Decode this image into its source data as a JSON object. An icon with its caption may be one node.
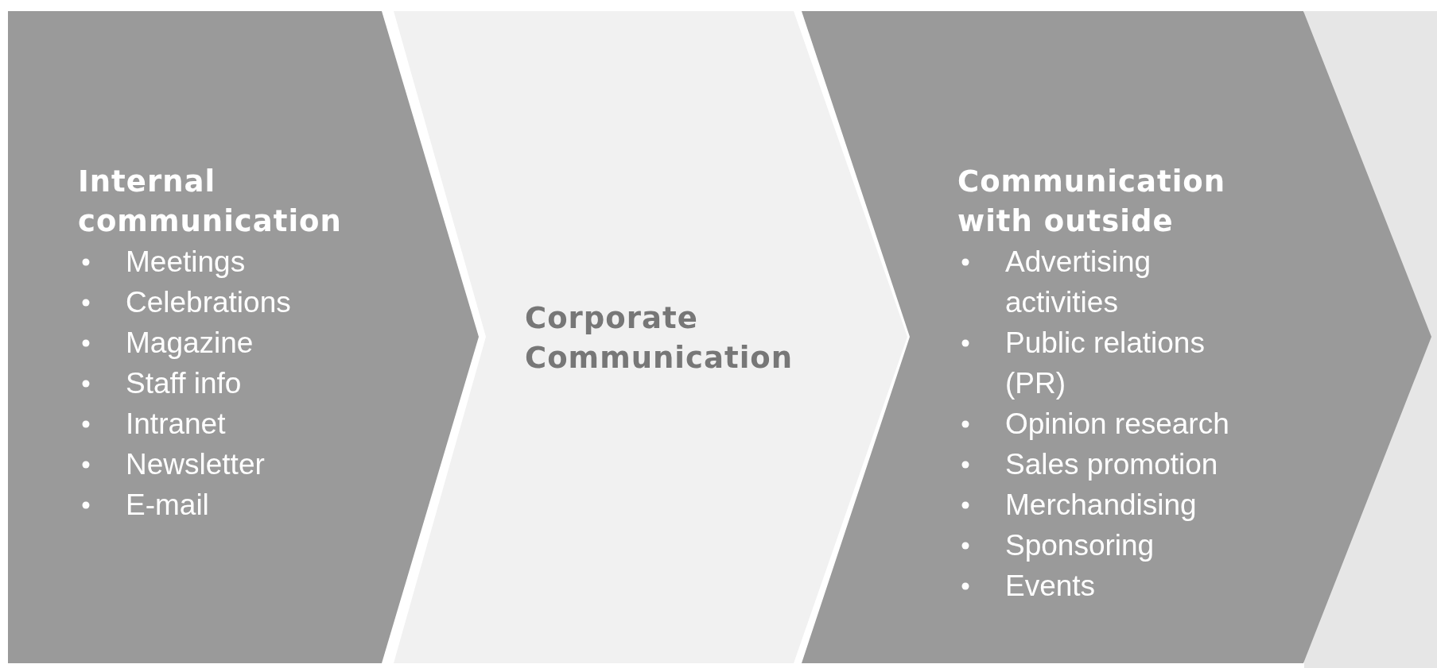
{
  "diagram": {
    "nodes": [
      {
        "text": [
          "Internal communication",
          "Meetings",
          "Celebrations",
          "Magazine",
          "Staff info",
          "Intranet",
          "Newsletter",
          "E-mail"
        ]
      },
      {
        "text": [
          "Corporate Communication"
        ]
      },
      {
        "text": [
          "Communication with outside",
          "Advertising activities",
          "Public relations (PR)",
          "Opinion research",
          "Sales promotion",
          "Merchandising",
          "Sponsoring",
          "Events"
        ]
      }
    ]
  }
}
